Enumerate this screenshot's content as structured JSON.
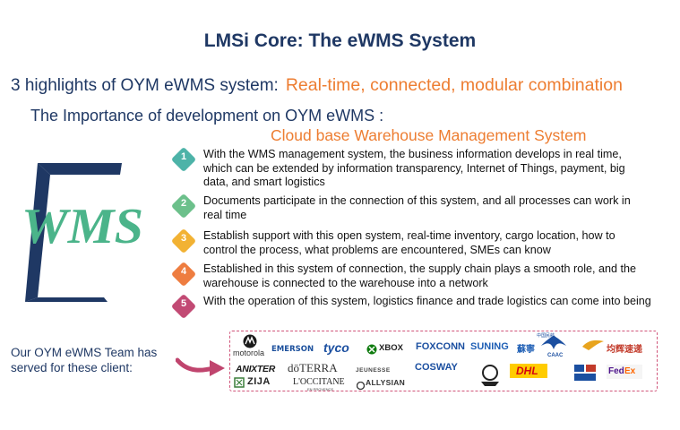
{
  "title": "LMSi Core: The eWMS System",
  "highlights": {
    "label": "3 highlights of OYM eWMS system:",
    "value": "Real-time, connected, modular combination"
  },
  "importance": {
    "label": "The Importance of development on OYM eWMS :",
    "value": "Cloud base Warehouse Management System"
  },
  "logo": {
    "text": "WMS"
  },
  "colors": {
    "title": "#1f3864",
    "accent": "#ed7d31",
    "badge1": "#4db3a8",
    "badge2": "#6cc08b",
    "badge3": "#f2b233",
    "badge4": "#ee7d40",
    "badge5": "#c24a74"
  },
  "items": [
    {
      "num": "1",
      "text": "With the WMS management system, the business information develops in real time, which can be extended by information transparency, Internet of Things, payment, big data, and smart logistics"
    },
    {
      "num": "2",
      "text": "Documents participate in the connection of this system, and all processes can work in real time"
    },
    {
      "num": "3",
      "text": "Establish support with this open system, real-time inventory, cargo location, how to control the process, what problems are encountered, SMEs can know"
    },
    {
      "num": "4",
      "text": "Established in this system of connection, the supply chain plays a smooth role, and the warehouse is connected to the warehouse into a network"
    },
    {
      "num": "5",
      "text": "With the operation of this system, logistics finance and trade logistics can come into being"
    }
  ],
  "team": "Our OYM eWMS Team has served for these client:",
  "clients": {
    "motorola": "motorola",
    "emerson": "EMERSON",
    "tyco": "tyco",
    "xbox": "XBOX",
    "foxconn": "FOXCONN",
    "suning": "SUNING",
    "suning_cn": "蘇寧",
    "caac": "CAAC",
    "caac_cn": "中国民航",
    "junhui": "均辉速递",
    "anixter": "ANIXTER",
    "doterra": "dōTERRA",
    "jeunesse": "JEUNESSE",
    "cosway": "COSWAY",
    "dhl": "DHL",
    "fedex_fed": "Fed",
    "fedex_ex": "Ex",
    "zija": "ZIJA",
    "loccitane": "L'OCCITANE",
    "loccitane_sub": "EN PROVENCE",
    "allysian": "ALLYSIAN"
  }
}
